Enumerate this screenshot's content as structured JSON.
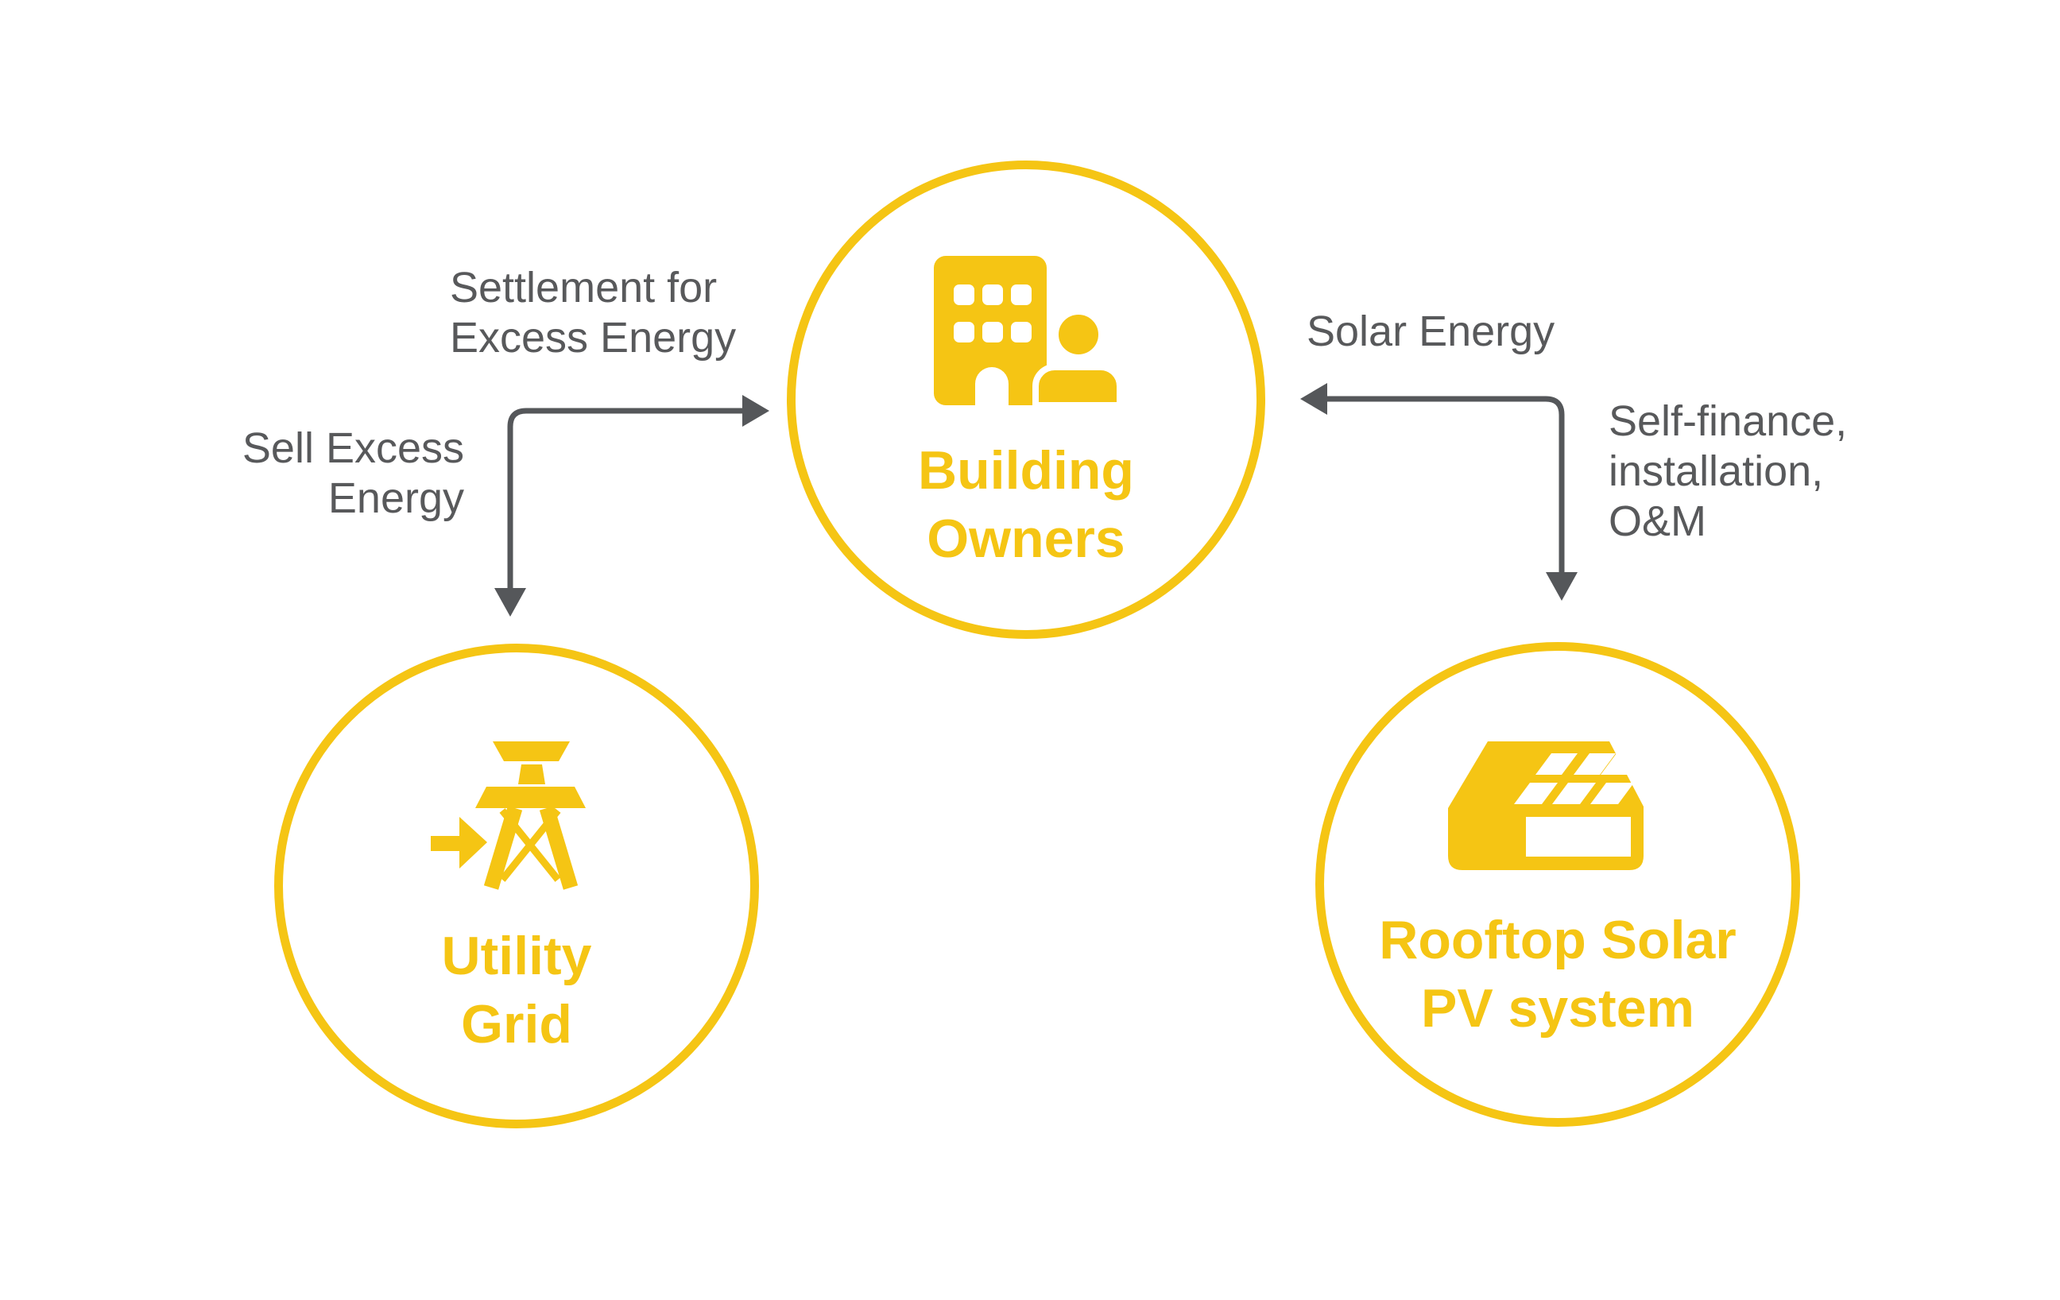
{
  "theme": {
    "yellow": "#F5C514",
    "gray": "#58595B",
    "arrow": "#55575A",
    "background": "#FFFFFF"
  },
  "nodes": {
    "building": {
      "label": "Building\nOwners",
      "icon": "building-with-owner-icon"
    },
    "utility": {
      "label": "Utility\nGrid",
      "icon": "transmission-tower-icon"
    },
    "rooftop": {
      "label": "Rooftop Solar\nPV system",
      "icon": "rooftop-solar-panels-icon"
    }
  },
  "labels": {
    "settlement": "Settlement for\nExcess Energy",
    "sell_excess": "Sell Excess\nEnergy",
    "solar_energy": "Solar Energy",
    "self_finance": "Self-finance,\ninstallation,\nO&M"
  }
}
